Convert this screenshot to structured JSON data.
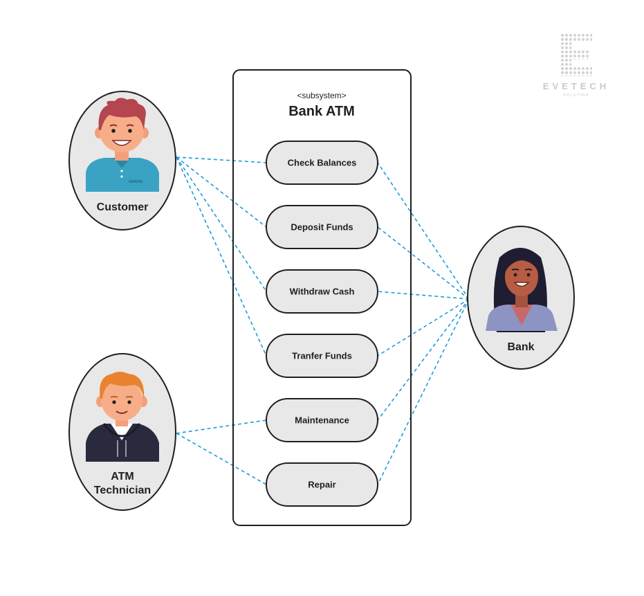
{
  "logo": {
    "name": "EVETECH",
    "tagline": "SOLUTION",
    "color": "#cfcfcf"
  },
  "subsystem": {
    "stereotype": "<subsystem>",
    "title": "Bank ATM"
  },
  "use_cases": [
    {
      "id": "check",
      "label": "Check Balances"
    },
    {
      "id": "deposit",
      "label": "Deposit Funds"
    },
    {
      "id": "withdraw",
      "label": "Withdraw Cash"
    },
    {
      "id": "transfer",
      "label": "Tranfer Funds"
    },
    {
      "id": "maintenance",
      "label": "Maintenance"
    },
    {
      "id": "repair",
      "label": "Repair"
    }
  ],
  "actors": [
    {
      "id": "customer",
      "label_lines": [
        "Customer"
      ],
      "avatar": "man-teal-shirt"
    },
    {
      "id": "technician",
      "label_lines": [
        "ATM",
        "Technician"
      ],
      "avatar": "man-dark-hoodie"
    },
    {
      "id": "bank",
      "label_lines": [
        "Bank"
      ],
      "avatar": "woman-long-hair"
    }
  ],
  "associations": [
    {
      "actor": "customer",
      "use_case": "check"
    },
    {
      "actor": "customer",
      "use_case": "deposit"
    },
    {
      "actor": "customer",
      "use_case": "withdraw"
    },
    {
      "actor": "customer",
      "use_case": "transfer"
    },
    {
      "actor": "technician",
      "use_case": "maintenance"
    },
    {
      "actor": "technician",
      "use_case": "repair"
    },
    {
      "actor": "bank",
      "use_case": "check"
    },
    {
      "actor": "bank",
      "use_case": "deposit"
    },
    {
      "actor": "bank",
      "use_case": "withdraw"
    },
    {
      "actor": "bank",
      "use_case": "transfer"
    },
    {
      "actor": "bank",
      "use_case": "maintenance"
    },
    {
      "actor": "bank",
      "use_case": "repair"
    }
  ],
  "colors": {
    "line": "#1a9bd7",
    "node_fill": "#e8e8e8",
    "border": "#1f1f1f"
  }
}
